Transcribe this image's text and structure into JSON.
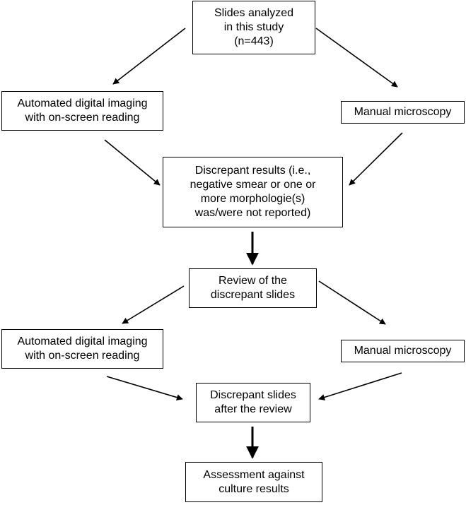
{
  "diagram": {
    "nodes": {
      "slides_analyzed": "Slides analyzed\nin this study\n(n=443)",
      "automated_1": "Automated digital imaging\nwith on-screen reading",
      "manual_1": "Manual microscopy",
      "discrepant_results": "Discrepant results (i.e.,\nnegative smear or one or\nmore morphologie(s)\nwas/were not reported)",
      "review": "Review of the\ndiscrepant slides",
      "automated_2": "Automated digital imaging\nwith on-screen reading",
      "manual_2": "Manual microscopy",
      "discrepant_after": "Discrepant slides\nafter the review",
      "assessment": "Assessment  against\nculture results"
    },
    "edges": [
      {
        "from": "slides_analyzed",
        "to": "automated_1"
      },
      {
        "from": "slides_analyzed",
        "to": "manual_1"
      },
      {
        "from": "automated_1",
        "to": "discrepant_results"
      },
      {
        "from": "manual_1",
        "to": "discrepant_results"
      },
      {
        "from": "discrepant_results",
        "to": "review"
      },
      {
        "from": "review",
        "to": "automated_2"
      },
      {
        "from": "review",
        "to": "manual_2"
      },
      {
        "from": "automated_2",
        "to": "discrepant_after"
      },
      {
        "from": "manual_2",
        "to": "discrepant_after"
      },
      {
        "from": "discrepant_after",
        "to": "assessment"
      }
    ]
  }
}
